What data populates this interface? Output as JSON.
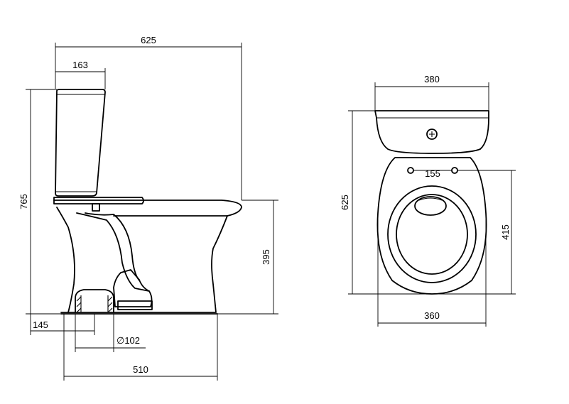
{
  "side_view": {
    "overall_width": "625",
    "tank_depth": "163",
    "total_height": "765",
    "seat_height": "395",
    "outlet_offset": "145",
    "outlet_diameter": "∅102",
    "base_length": "510"
  },
  "top_view": {
    "tank_width": "380",
    "overall_length": "625",
    "bolt_spacing": "155",
    "bowl_length": "415",
    "bowl_width": "360"
  }
}
